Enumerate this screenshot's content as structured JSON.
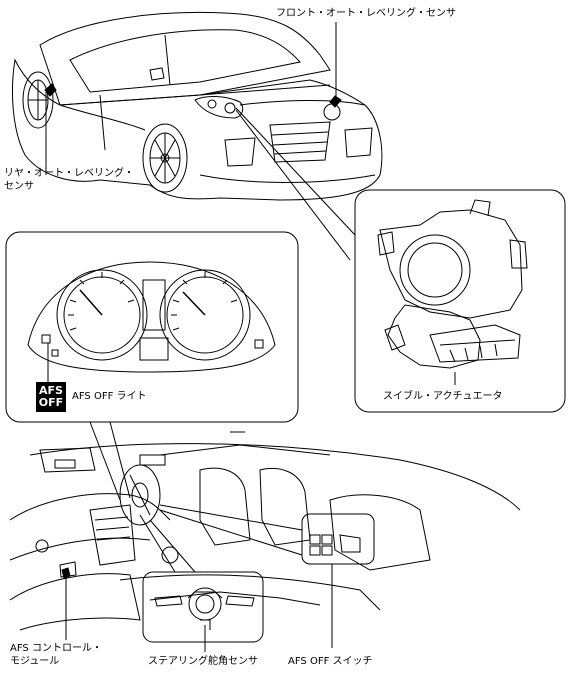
{
  "labels": {
    "front_sensor": "フロント・オート・レベリング・センサ",
    "rear_sensor_line1": "リヤ・オート・レベリング・",
    "rear_sensor_line2": "センサ",
    "swivel_actuator": "スイブル・アクチュエータ",
    "afs_off_light": "AFS OFF ライト",
    "afs_module_line1": "AFS コントロール・",
    "afs_module_line2": "モジュール",
    "steering_sensor": "ステアリング舵角センサ",
    "afs_off_switch": "AFS OFF スイッチ"
  },
  "badge": {
    "line1": "AFS",
    "line2": "OFF"
  },
  "colors": {
    "line": "#000000",
    "background": "#ffffff"
  }
}
